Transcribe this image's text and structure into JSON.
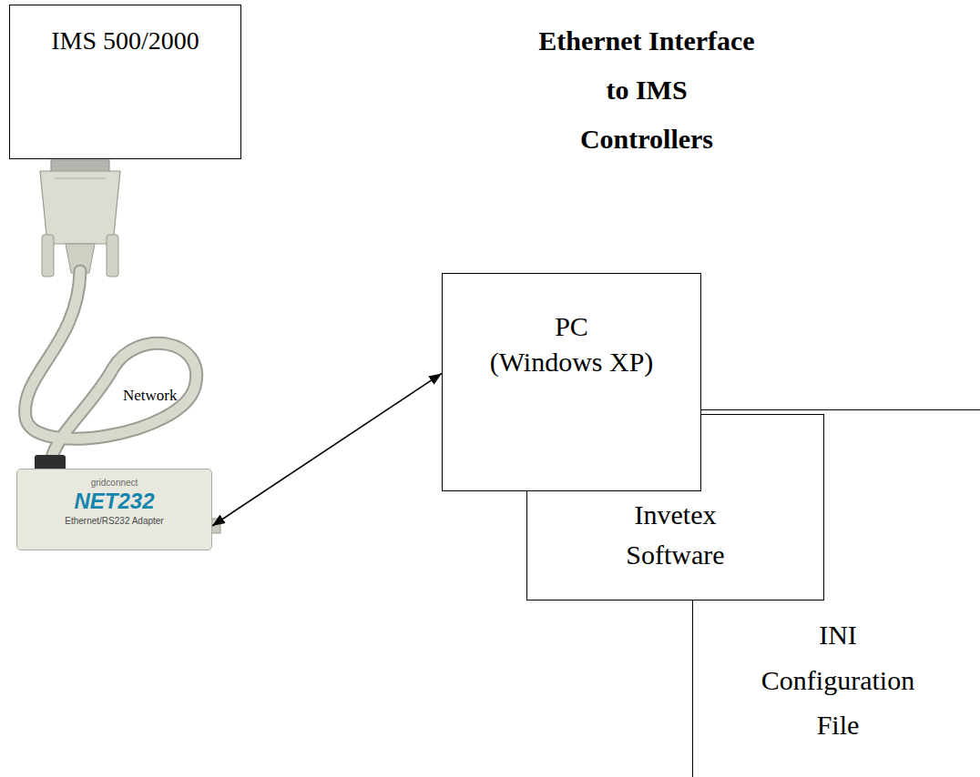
{
  "diagram": {
    "title": "Ethernet Interface to IMS Controllers",
    "nodes": [
      {
        "text": [
          "IMS 500/2000"
        ]
      },
      {
        "text": [
          "gridconnect",
          "NET232",
          "Ethernet/RS232 Adapter"
        ]
      },
      {
        "text": [
          "PC",
          "(Windows XP)"
        ]
      },
      {
        "text": [
          "Invetex Software"
        ]
      },
      {
        "text": [
          "INI Configuration File"
        ]
      }
    ],
    "edges": [
      {
        "from": 1,
        "to": 2,
        "arrow": "both"
      }
    ],
    "labels": [
      "Network"
    ]
  }
}
